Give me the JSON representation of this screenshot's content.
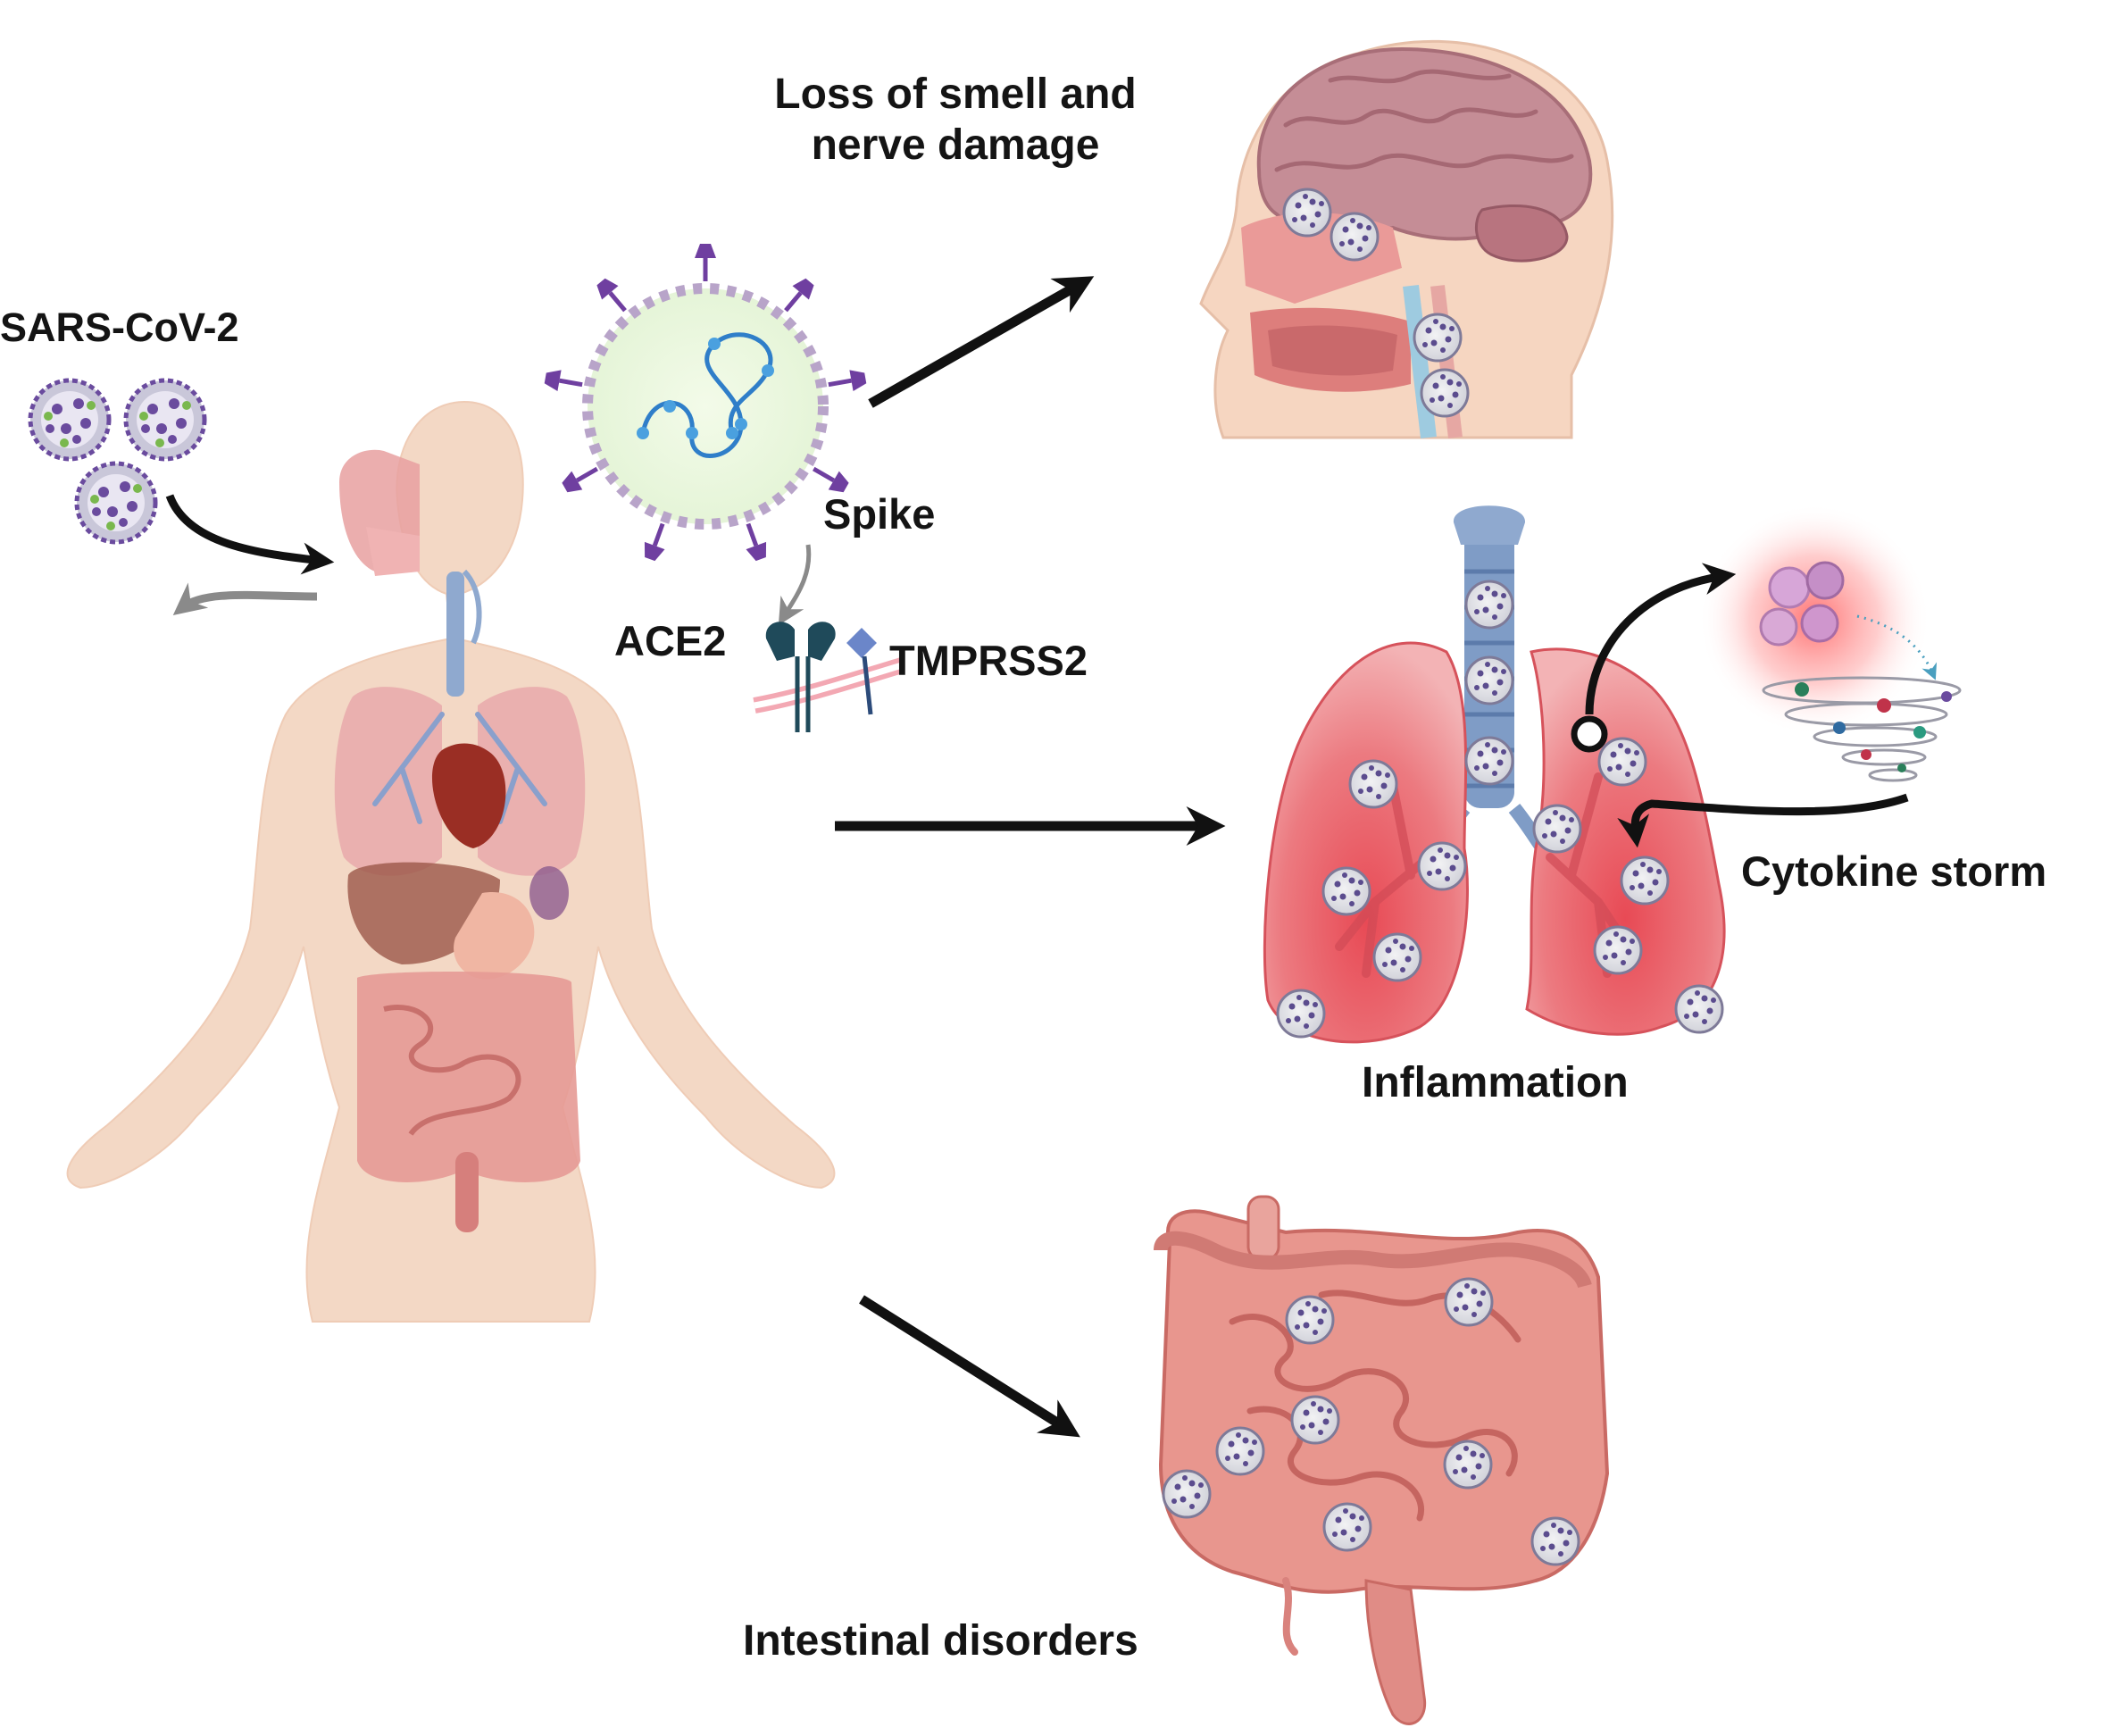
{
  "labels": {
    "virus": "SARS-CoV-2",
    "brain_line1": "Loss of smell and",
    "brain_line2": "nerve damage",
    "spike": "Spike",
    "ace2": "ACE2",
    "tmprss2": "TMPRSS2",
    "cytokine": "Cytokine storm",
    "lungs": "Inflammation",
    "intestine": "Intestinal disorders"
  },
  "colors": {
    "arrow": "#111111",
    "exhale_arrow": "#8a8a8a",
    "skin": "#f3d8c5",
    "virion": "#6a4b9e",
    "spike_protein": "#6f3fa0",
    "receptor": "#1f4a5a",
    "tmprss2": "#6b86c9",
    "lung": "#e85a62",
    "trachea": "#7f9cc6",
    "intestine": "#e39088",
    "brain": "#c98f98",
    "inflammation_glow": "#ff6a6a"
  }
}
